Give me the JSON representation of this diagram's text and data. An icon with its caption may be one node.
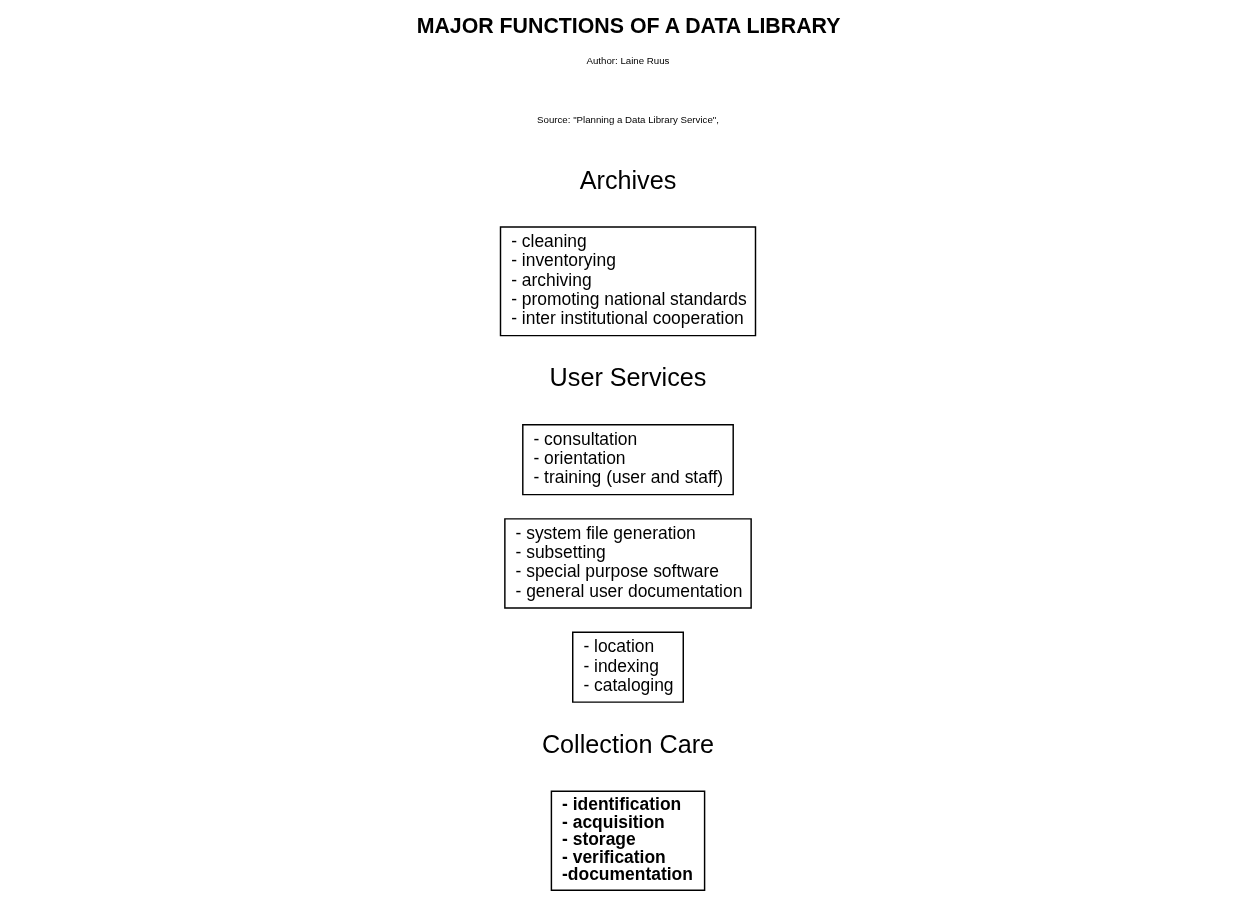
{
  "diagram": {
    "title": "MAJOR FUNCTIONS OF A DATA LIBRARY",
    "nodes": [
      {
        "text": [
          "- identification",
          "- acquisition",
          "- storage",
          "- verification",
          "-documentation"
        ]
      },
      {
        "text": [
          "- location",
          "- indexing",
          "- cataloging"
        ]
      },
      {
        "text": [
          "- system file generation",
          "- subsetting",
          "- special purpose software",
          "- general user documentation"
        ]
      },
      {
        "text": [
          "- consultation",
          "- orientation",
          "- training (user and staff)"
        ]
      },
      {
        "text": [
          "- cleaning",
          "- inventorying",
          "- archiving",
          "- promoting national standards",
          "- inter institutional cooperation"
        ]
      }
    ],
    "edges": [],
    "labels": [
      "Collection Care",
      "User Services",
      "Archives",
      "Source: \"Planning a Data Library Service\",",
      "Author: Laine Ruus"
    ]
  }
}
